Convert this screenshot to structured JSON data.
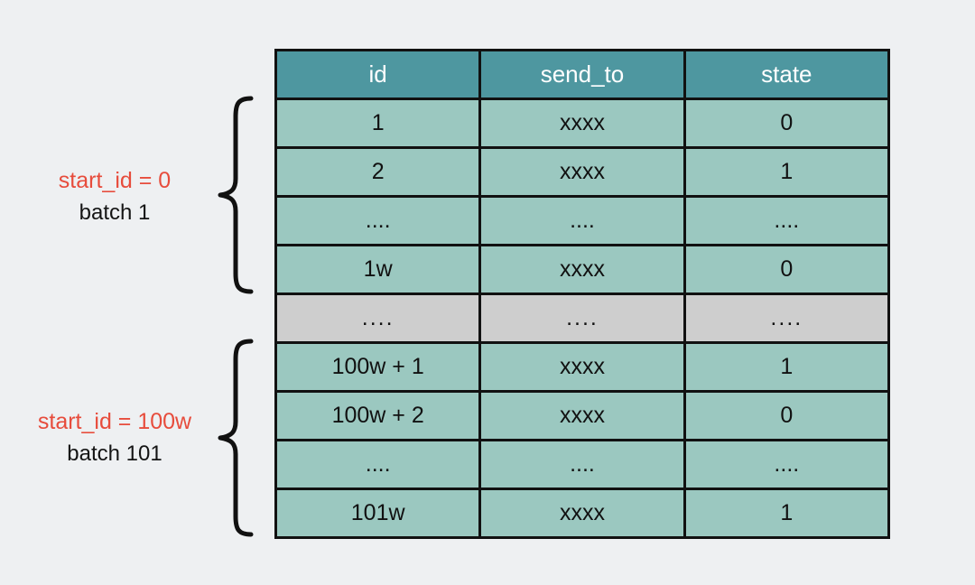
{
  "colors": {
    "page_bg": "#eef0f2",
    "header_bg": "#4e97a0",
    "row_bg": "#9bc8c0",
    "separator_bg": "#cecece",
    "accent_red": "#e74c3c",
    "border": "#111111",
    "header_text": "#ffffff",
    "cell_text": "#111111"
  },
  "annotations": [
    {
      "line1": "start_id = 0",
      "line2": "batch 1"
    },
    {
      "line1": "start_id = 100w",
      "line2": "batch 101"
    }
  ],
  "table": {
    "columns": [
      "id",
      "send_to",
      "state"
    ],
    "rows": [
      [
        "1",
        "xxxx",
        "0"
      ],
      [
        "2",
        "xxxx",
        "1"
      ],
      [
        "....",
        "....",
        "...."
      ],
      [
        "1w",
        "xxxx",
        "0"
      ],
      [
        "....",
        "....",
        "...."
      ],
      [
        "100w + 1",
        "xxxx",
        "1"
      ],
      [
        "100w + 2",
        "xxxx",
        "0"
      ],
      [
        "....",
        "....",
        "...."
      ],
      [
        "101w",
        "xxxx",
        "1"
      ]
    ]
  }
}
